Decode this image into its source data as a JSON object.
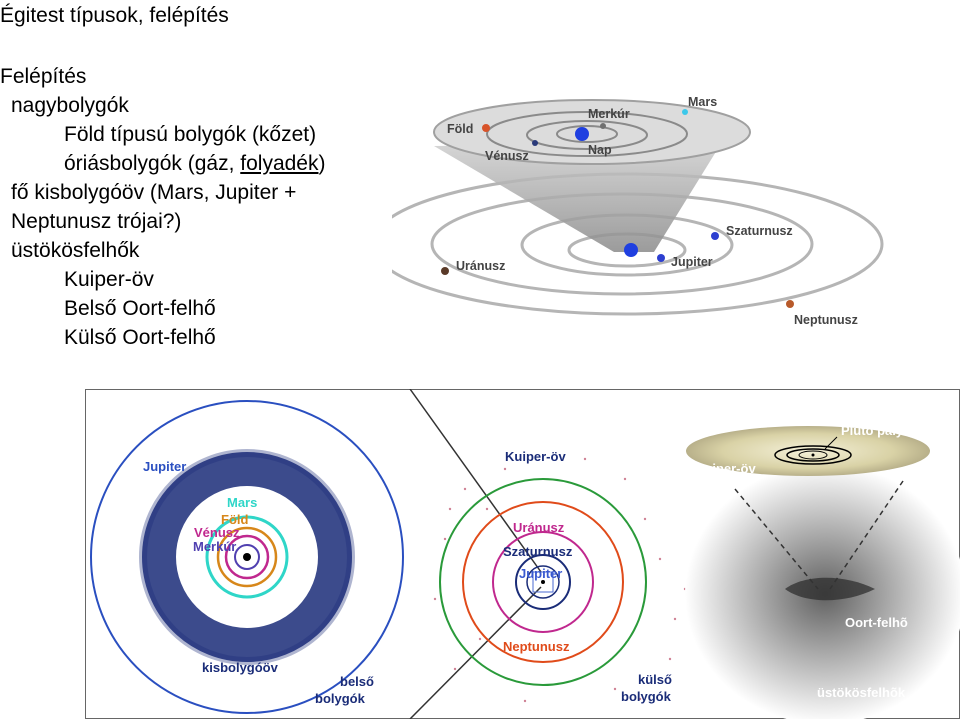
{
  "slide": {
    "title": "Égitest típusok, felépítés"
  },
  "outline": {
    "heading": "Felépítés",
    "items": [
      {
        "text": "nagybolygók",
        "level": 1
      },
      {
        "text": "Föld típusú bolygók (kőzet)",
        "level": 2
      },
      {
        "text_before": "óriásbolygók (gáz, ",
        "underlined": "folyadék",
        "text_after": ")",
        "level": 2
      },
      {
        "text": "fő kisbolygóöv (Mars, Jupiter + Neptunusz trójai?)",
        "level": 1
      },
      {
        "text": "üstökösfelhők",
        "level": 1
      },
      {
        "text": "Kuiper-öv",
        "level": 2
      },
      {
        "text": "Belső Oort-felhő",
        "level": 2
      },
      {
        "text": "Külső Oort-felhő",
        "level": 2
      }
    ]
  },
  "solar_system_diagram": {
    "labels": {
      "merkur": "Merkúr",
      "mars": "Mars",
      "fold": "Föld",
      "venusz": "Vénusz",
      "nap": "Nap",
      "szaturnusz": "Szaturnusz",
      "jupiter": "Jupiter",
      "uranusz": "Uránusz",
      "neptunusz": "Neptunusz"
    },
    "colors": {
      "sun": "#1f3fe0",
      "mercury": "#707070",
      "mars": "#3cc8ea",
      "earth": "#d8542a",
      "venus": "#2a3a7a",
      "saturn": "#2d3fd0",
      "jupiter": "#2d3fd0",
      "uranus": "#5a3a28",
      "neptune": "#b85a2a"
    }
  },
  "panels": {
    "left": {
      "jupiter": "Jupiter",
      "mars": "Mars",
      "fold": "Föld",
      "venusz": "Vénusz",
      "merkur": "Merkúr",
      "belt": "kisbolygóöv",
      "inner_1": "belső",
      "inner_2": "bolygók",
      "colors": {
        "jupiter": "#2a4fc0",
        "mars": "#2fd6c8",
        "earth": "#d7871a",
        "venus": "#c0288e",
        "mercury": "#5040b0",
        "belt": "#1a2c78"
      }
    },
    "middle": {
      "kuiper": "Kuiper-öv",
      "uranusz": "Uránusz",
      "szaturnusz": "Szaturnusz",
      "jupiter": "Jupiter",
      "neptunusz": "Neptunusz",
      "outer_1": "külső",
      "outer_2": "bolygók",
      "colors": {
        "uranus": "#c0288e",
        "saturn": "#1a2c78",
        "neptune": "#e04b1a",
        "green": "#2a9a3a"
      }
    },
    "right": {
      "pluto": "Plútó pályája",
      "kuiper": "Kuiper-öv",
      "oort": "Oort-felhõ",
      "comet": "üstökösfelhõk"
    }
  }
}
